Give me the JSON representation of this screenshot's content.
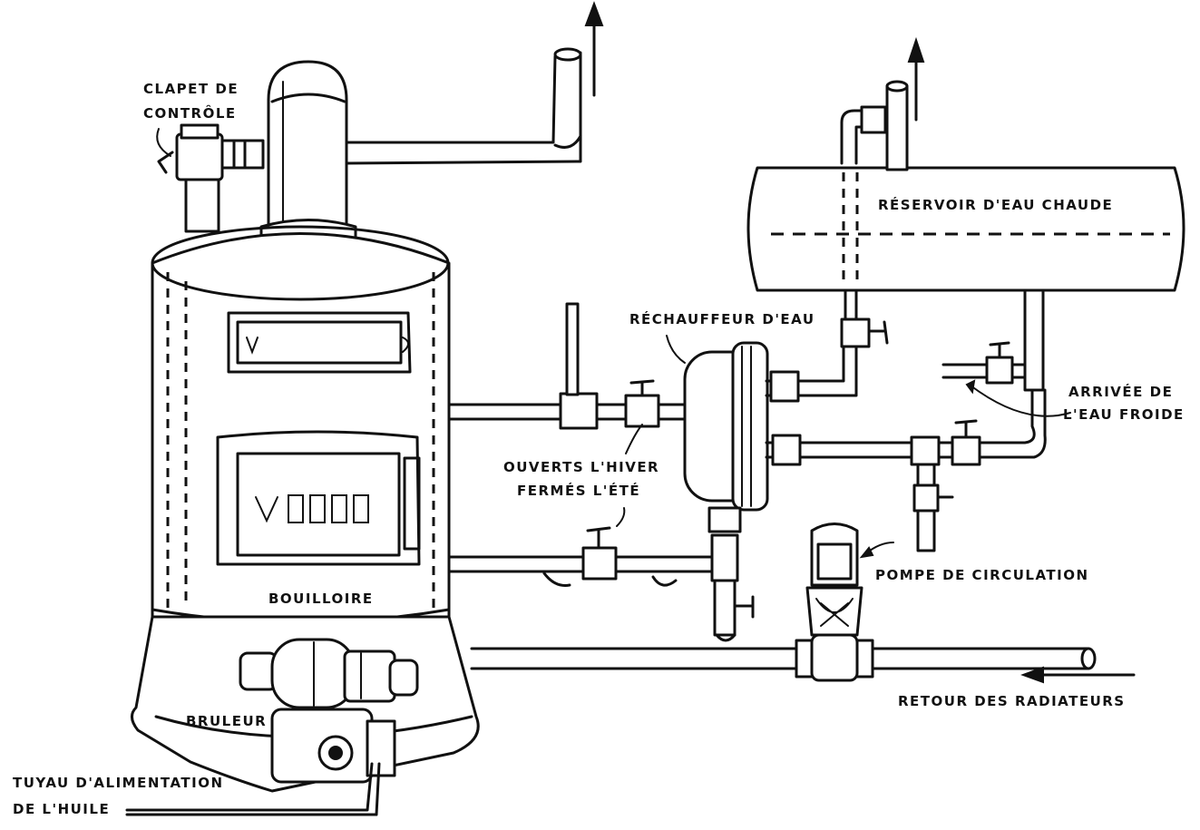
{
  "labels": {
    "check_valve": [
      "CLAPET DE",
      "CONTRÔLE"
    ],
    "hot_water_tank": "RÉSERVOIR D'EAU CHAUDE",
    "water_heater": "RÉCHAUFFEUR D'EAU",
    "cold_water_inlet": [
      "ARRIVÉE DE",
      "L'EAU FROIDE"
    ],
    "winter_summer": [
      "OUVERTS L'HIVER",
      "FERMÉS L'ÉTÉ"
    ],
    "circulation_pump": "POMPE DE CIRCULATION",
    "boiler": "BOUILLOIRE",
    "burner": "BRULEUR",
    "radiator_return": "RETOUR DES RADIATEURS",
    "oil_supply_pipe": [
      "TUYAU D'ALIMENTATION",
      "DE L'HUILE"
    ]
  }
}
